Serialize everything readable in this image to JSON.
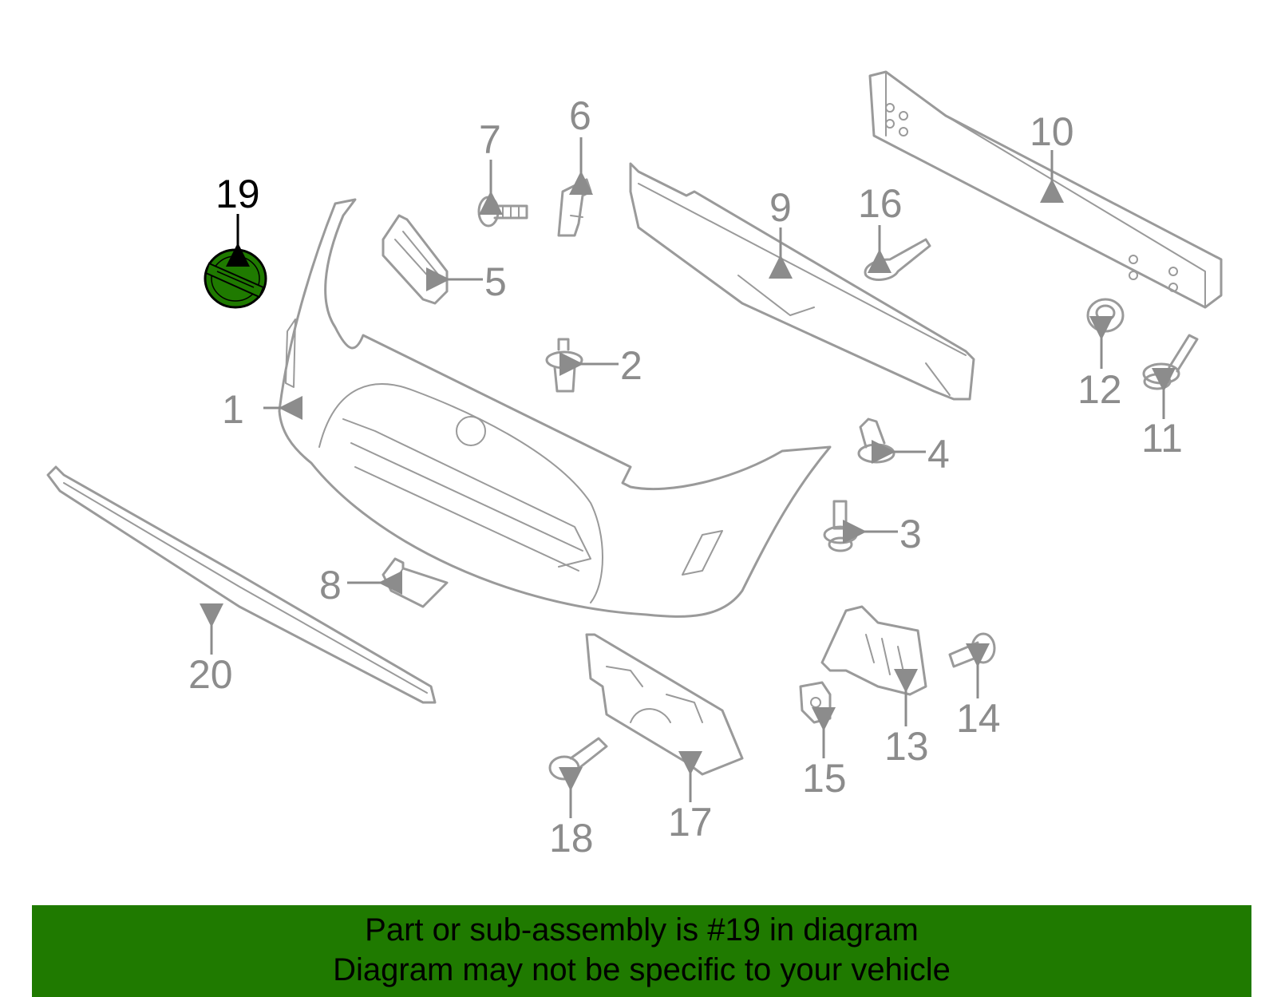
{
  "diagram": {
    "highlight_color": "#1f7a00",
    "highlighted_part": "19",
    "callouts": [
      "1",
      "2",
      "3",
      "4",
      "5",
      "6",
      "7",
      "8",
      "9",
      "10",
      "11",
      "12",
      "13",
      "14",
      "15",
      "16",
      "17",
      "18",
      "19",
      "20"
    ]
  },
  "banner": {
    "line1": "Part or sub-assembly is #19 in diagram",
    "line2": "Diagram may not be specific to your vehicle",
    "background": "#1f7a00"
  }
}
